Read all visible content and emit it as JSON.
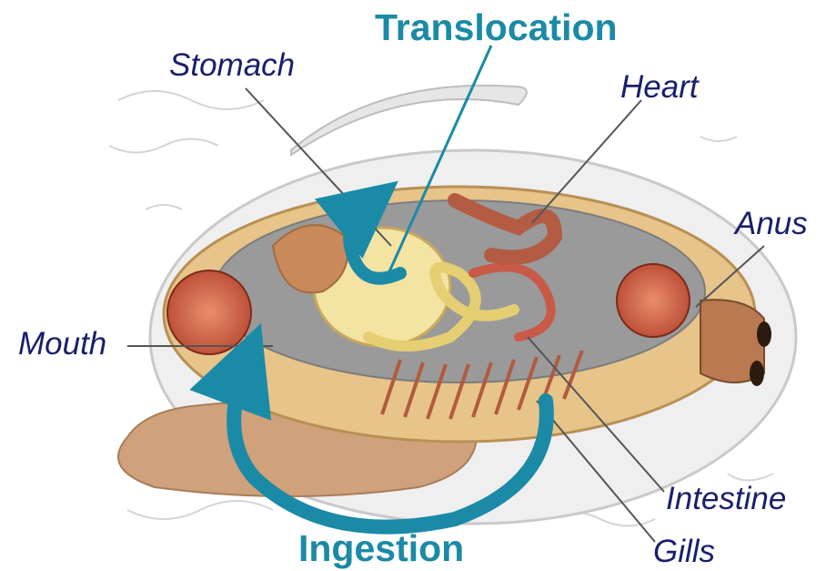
{
  "processes": {
    "translocation": "Translocation",
    "ingestion": "Ingestion"
  },
  "labels": {
    "stomach": "Stomach",
    "heart": "Heart",
    "anus": "Anus",
    "mouth": "Mouth",
    "intestine": "Intestine",
    "gills": "Gills"
  },
  "colors": {
    "label_text": "#1a1f6b",
    "process_text": "#1b8aa6",
    "arrow": "#1b8aa6"
  }
}
